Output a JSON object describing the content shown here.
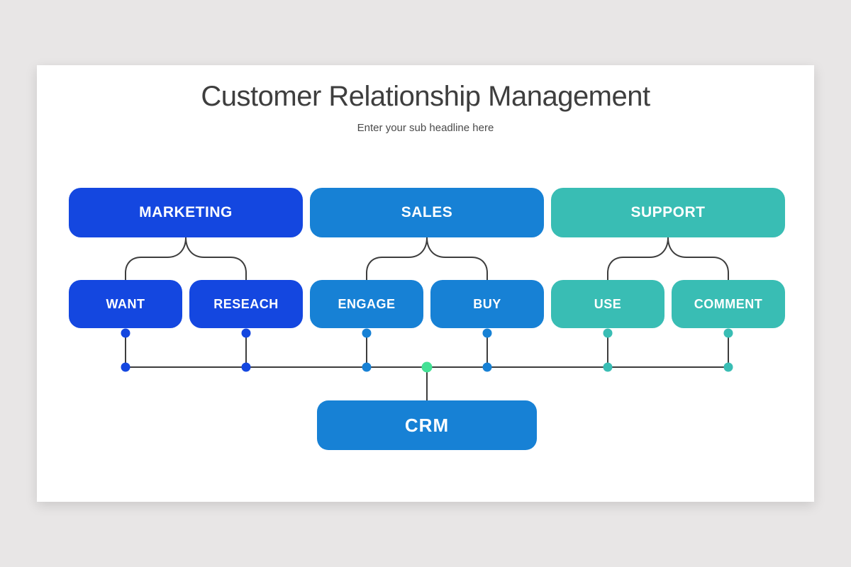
{
  "slide": {
    "title": "Customer Relationship Management",
    "subtitle": "Enter your sub headline here"
  },
  "colors": {
    "page_background": "#e8e6e6",
    "slide_background": "#ffffff",
    "connector": "#3d3d3d",
    "arrow_green": "#43e195",
    "marketing_blue": "#1447e0",
    "sales_blue": "#1781d5",
    "support_teal": "#39bdb4",
    "label_text": "#ffffff",
    "title_text": "#3e3e3e"
  },
  "nodes": {
    "marketing": {
      "label": "MARKETING",
      "color": "#1447e0",
      "level": "top"
    },
    "sales": {
      "label": "SALES",
      "color": "#1781d5",
      "level": "top"
    },
    "support": {
      "label": "SUPPORT",
      "color": "#39bdb4",
      "level": "top"
    },
    "want": {
      "label": "WANT",
      "color": "#1447e0",
      "parent": "MARKETING"
    },
    "reseach": {
      "label": "RESEACH",
      "color": "#1447e0",
      "parent": "MARKETING"
    },
    "engage": {
      "label": "ENGAGE",
      "color": "#1781d5",
      "parent": "SALES"
    },
    "buy": {
      "label": "BUY",
      "color": "#1781d5",
      "parent": "SALES"
    },
    "use": {
      "label": "USE",
      "color": "#39bdb4",
      "parent": "SUPPORT"
    },
    "comment": {
      "label": "COMMENT",
      "color": "#39bdb4",
      "parent": "SUPPORT"
    },
    "crm": {
      "label": "CRM",
      "color": "#1781d5",
      "level": "bottom"
    }
  },
  "structure": {
    "bus_feeds_into": "CRM",
    "bus_members": [
      "WANT",
      "RESEACH",
      "ENGAGE",
      "BUY",
      "USE",
      "COMMENT"
    ]
  }
}
